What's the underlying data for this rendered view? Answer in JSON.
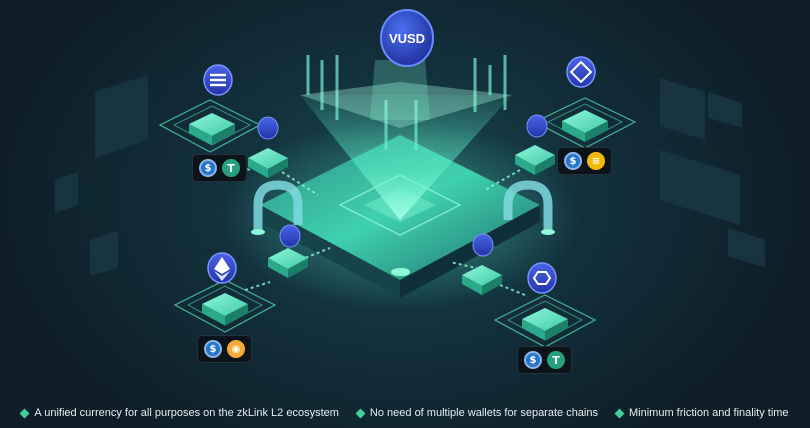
{
  "center_coin": {
    "label": "VUSD"
  },
  "nodes": [
    {
      "id": "top-left",
      "chain_icon": "solana-icon",
      "tokens": [
        "usdc-token-icon",
        "usdt-token-icon"
      ]
    },
    {
      "id": "top-right",
      "chain_icon": "bnb-chain-icon",
      "tokens": [
        "usdc-token-icon",
        "busd-token-icon"
      ]
    },
    {
      "id": "bottom-left",
      "chain_icon": "ethereum-icon",
      "tokens": [
        "usdc-token-icon",
        "dai-token-icon"
      ]
    },
    {
      "id": "bottom-right",
      "chain_icon": "polygon-icon",
      "tokens": [
        "usdc-token-icon",
        "usdt-token-icon"
      ]
    }
  ],
  "features": [
    "A unified currency for all purposes on the zkLink L2 ecosystem",
    "No need of multiple wallets for separate chains",
    "Minimum friction and finality time"
  ],
  "colors": {
    "background": "#10202b",
    "accent_green": "#3ecf9b",
    "platform_glow": "#5ef0c8",
    "chain_bubble": "#2b49c9",
    "usdc_blue": "#2775ca",
    "usdt_green": "#26a17b",
    "busd_yellow": "#f0b90b",
    "dai_orange": "#f5ac37"
  }
}
